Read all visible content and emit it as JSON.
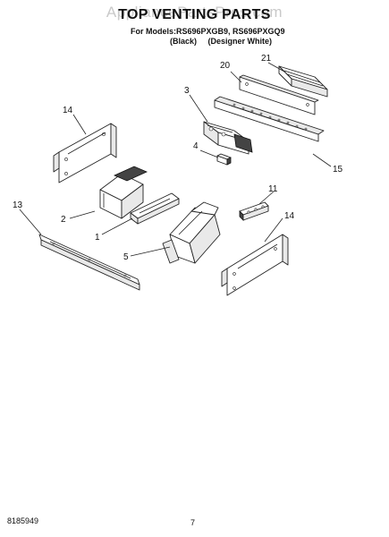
{
  "header": {
    "watermark": "AppliancePartsPros.com",
    "title": "TOP VENTING PARTS",
    "models_line": "For Models:RS696PXGB9, RS696PXGQ9",
    "finish_black": "(Black)",
    "finish_white": "(Designer White)"
  },
  "callouts": {
    "p1": "1",
    "p2": "2",
    "p3": "3",
    "p4": "4",
    "p5": "5",
    "p11": "11",
    "p13": "13",
    "p14a": "14",
    "p14b": "14",
    "p15": "15",
    "p20": "20",
    "p21": "21"
  },
  "footer": {
    "doc_number": "8185949",
    "page_number": "7"
  }
}
